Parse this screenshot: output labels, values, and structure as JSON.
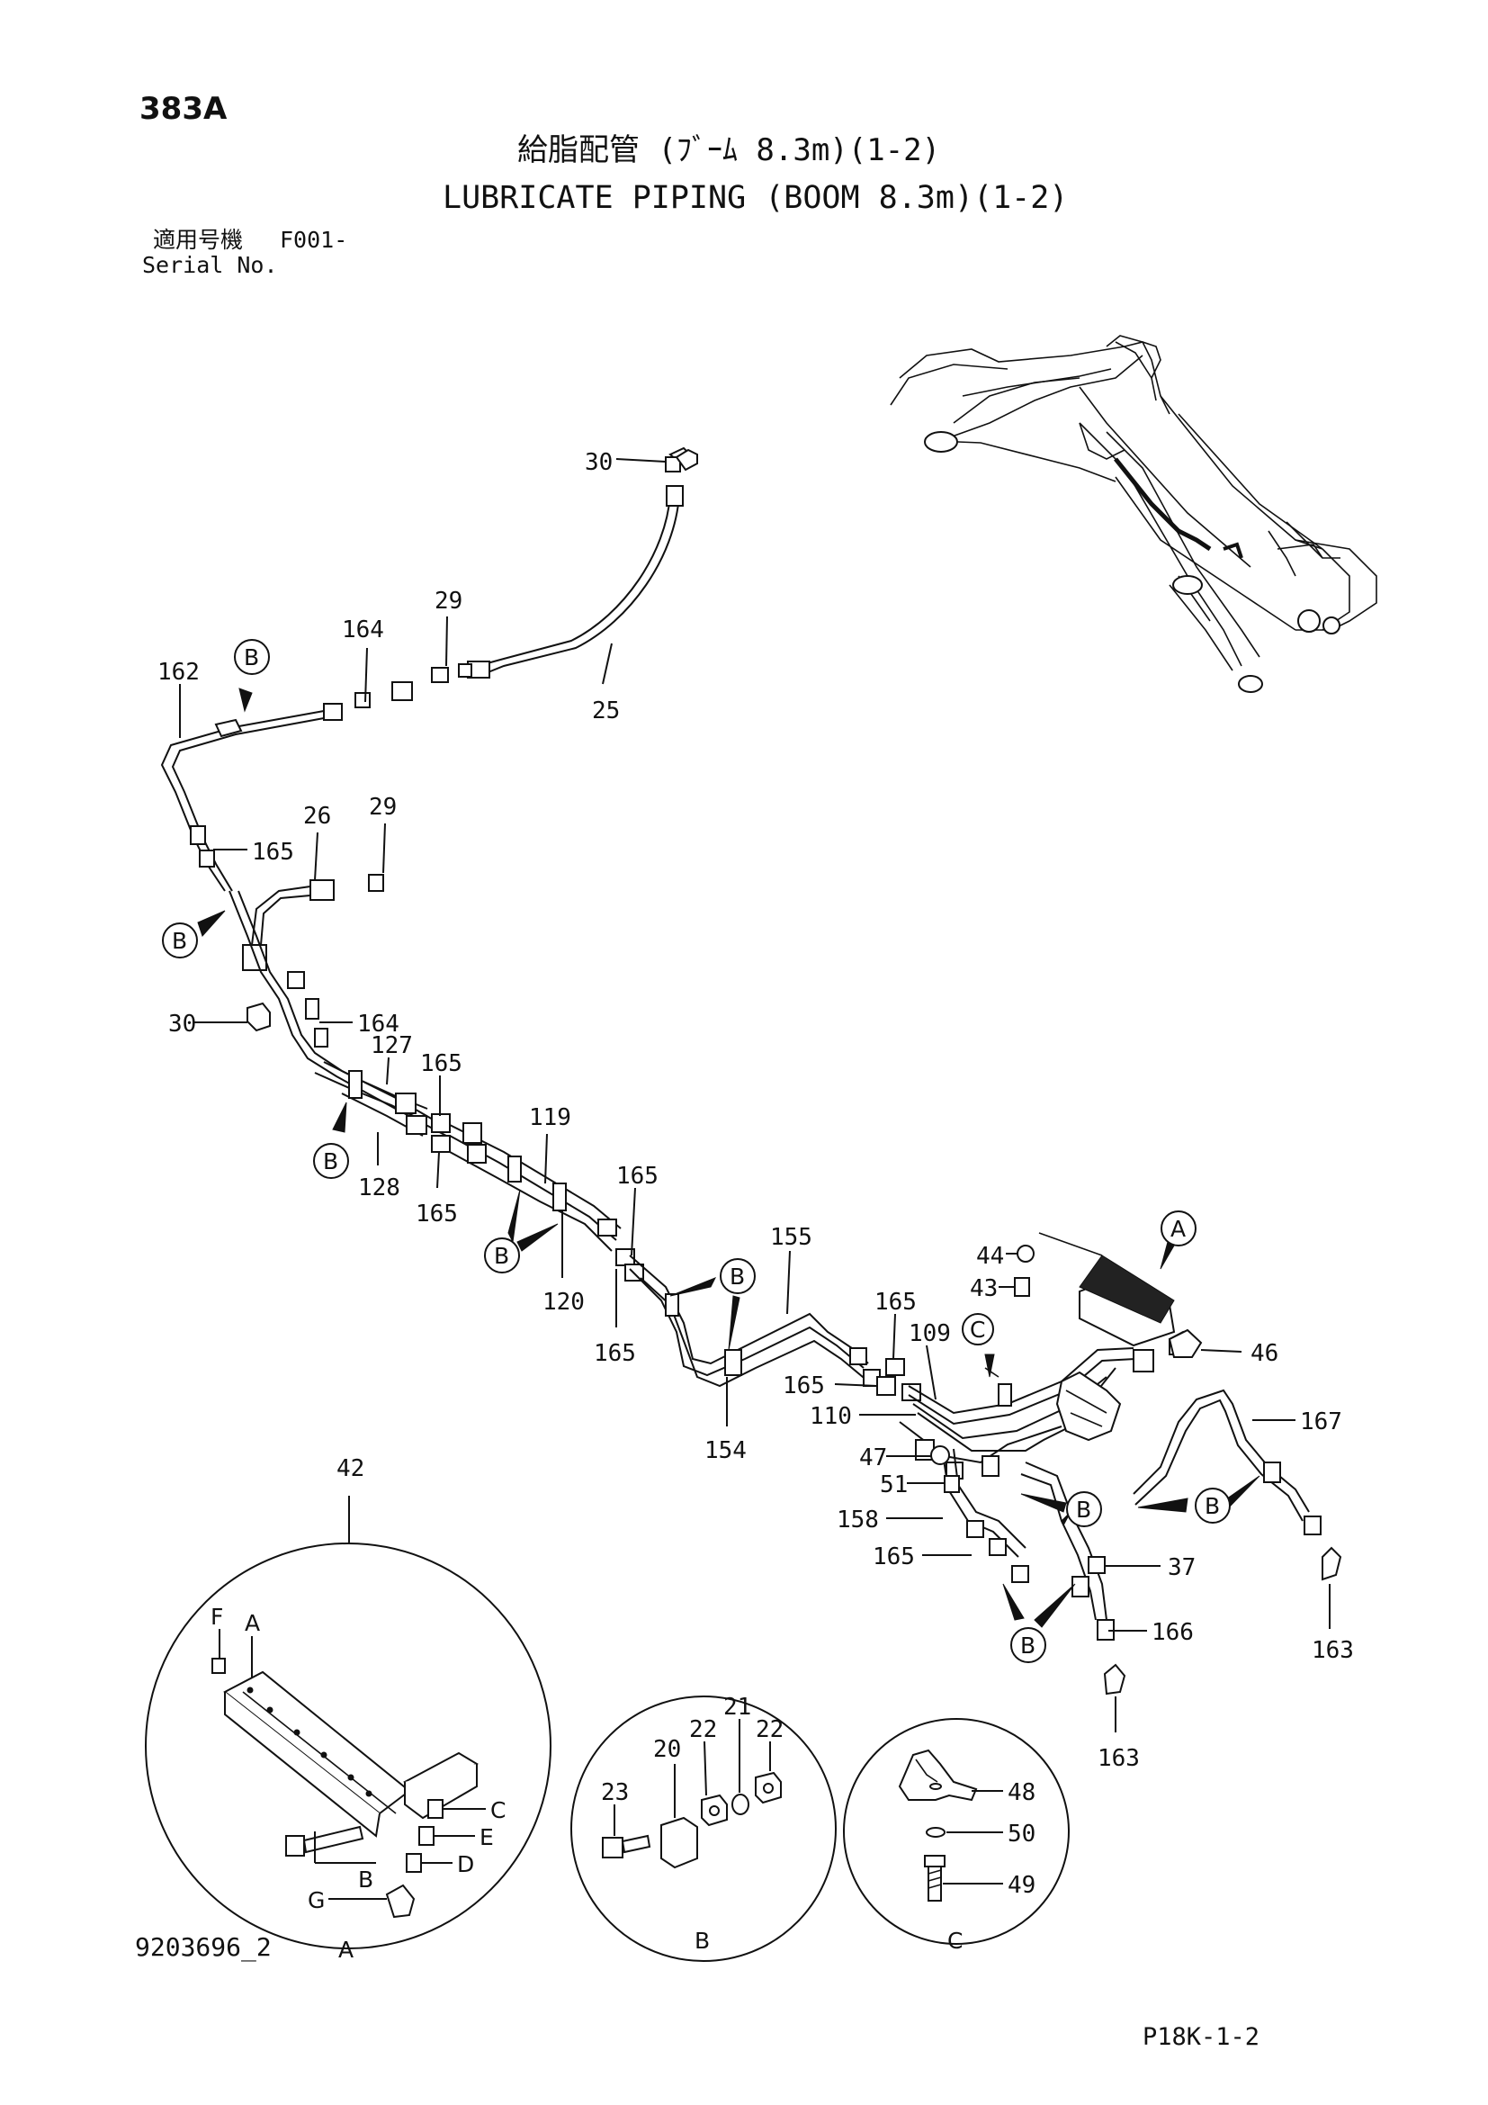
{
  "header": {
    "page_code": "383A",
    "title_jp": "給脂配管 (ﾌﾞｰﾑ 8.3m)(1-2)",
    "title_en": "LUBRICATE PIPING (BOOM 8.3m)(1-2)",
    "serial_jp": "適用号機",
    "serial_en": "Serial No.",
    "serial_value": "F001-"
  },
  "footer": {
    "drawing_number": "9203696_2",
    "sheet_code": "P18K-1-2"
  },
  "callouts": {
    "c30a": "30",
    "c25": "25",
    "c164a": "164",
    "c29a": "29",
    "c162": "162",
    "c26": "26",
    "c29b": "29",
    "c165a": "165",
    "c30b": "30",
    "c164b": "164",
    "c127": "127",
    "c165b": "165",
    "c128": "128",
    "c165c": "165",
    "c119": "119",
    "c120": "120",
    "c165d": "165",
    "c165e": "165",
    "c155": "155",
    "c154": "154",
    "c44": "44",
    "c43": "43",
    "c165f": "165",
    "c109": "109",
    "c46": "46",
    "c165g": "165",
    "c110": "110",
    "c167": "167",
    "c47": "47",
    "c51": "51",
    "c158": "158",
    "c165h": "165",
    "c37": "37",
    "c166": "166",
    "c163a": "163",
    "c163b": "163",
    "c42": "42"
  },
  "ref_letters": {
    "b1": "B",
    "b2": "B",
    "b3": "B",
    "b4": "B",
    "b5": "B",
    "b6": "B",
    "b7": "B",
    "b8": "B",
    "a_top": "A",
    "c_top": "C"
  },
  "detail_a": {
    "caption": "A",
    "labels": {
      "f": "F",
      "a": "A",
      "c": "C",
      "e": "E",
      "d": "D",
      "b": "B",
      "g": "G"
    }
  },
  "detail_b": {
    "caption": "B",
    "labels": {
      "p20": "20",
      "p22a": "22",
      "p21": "21",
      "p22b": "22",
      "p23": "23"
    }
  },
  "detail_c": {
    "caption": "C",
    "labels": {
      "p48": "48",
      "p50": "50",
      "p49": "49"
    }
  }
}
